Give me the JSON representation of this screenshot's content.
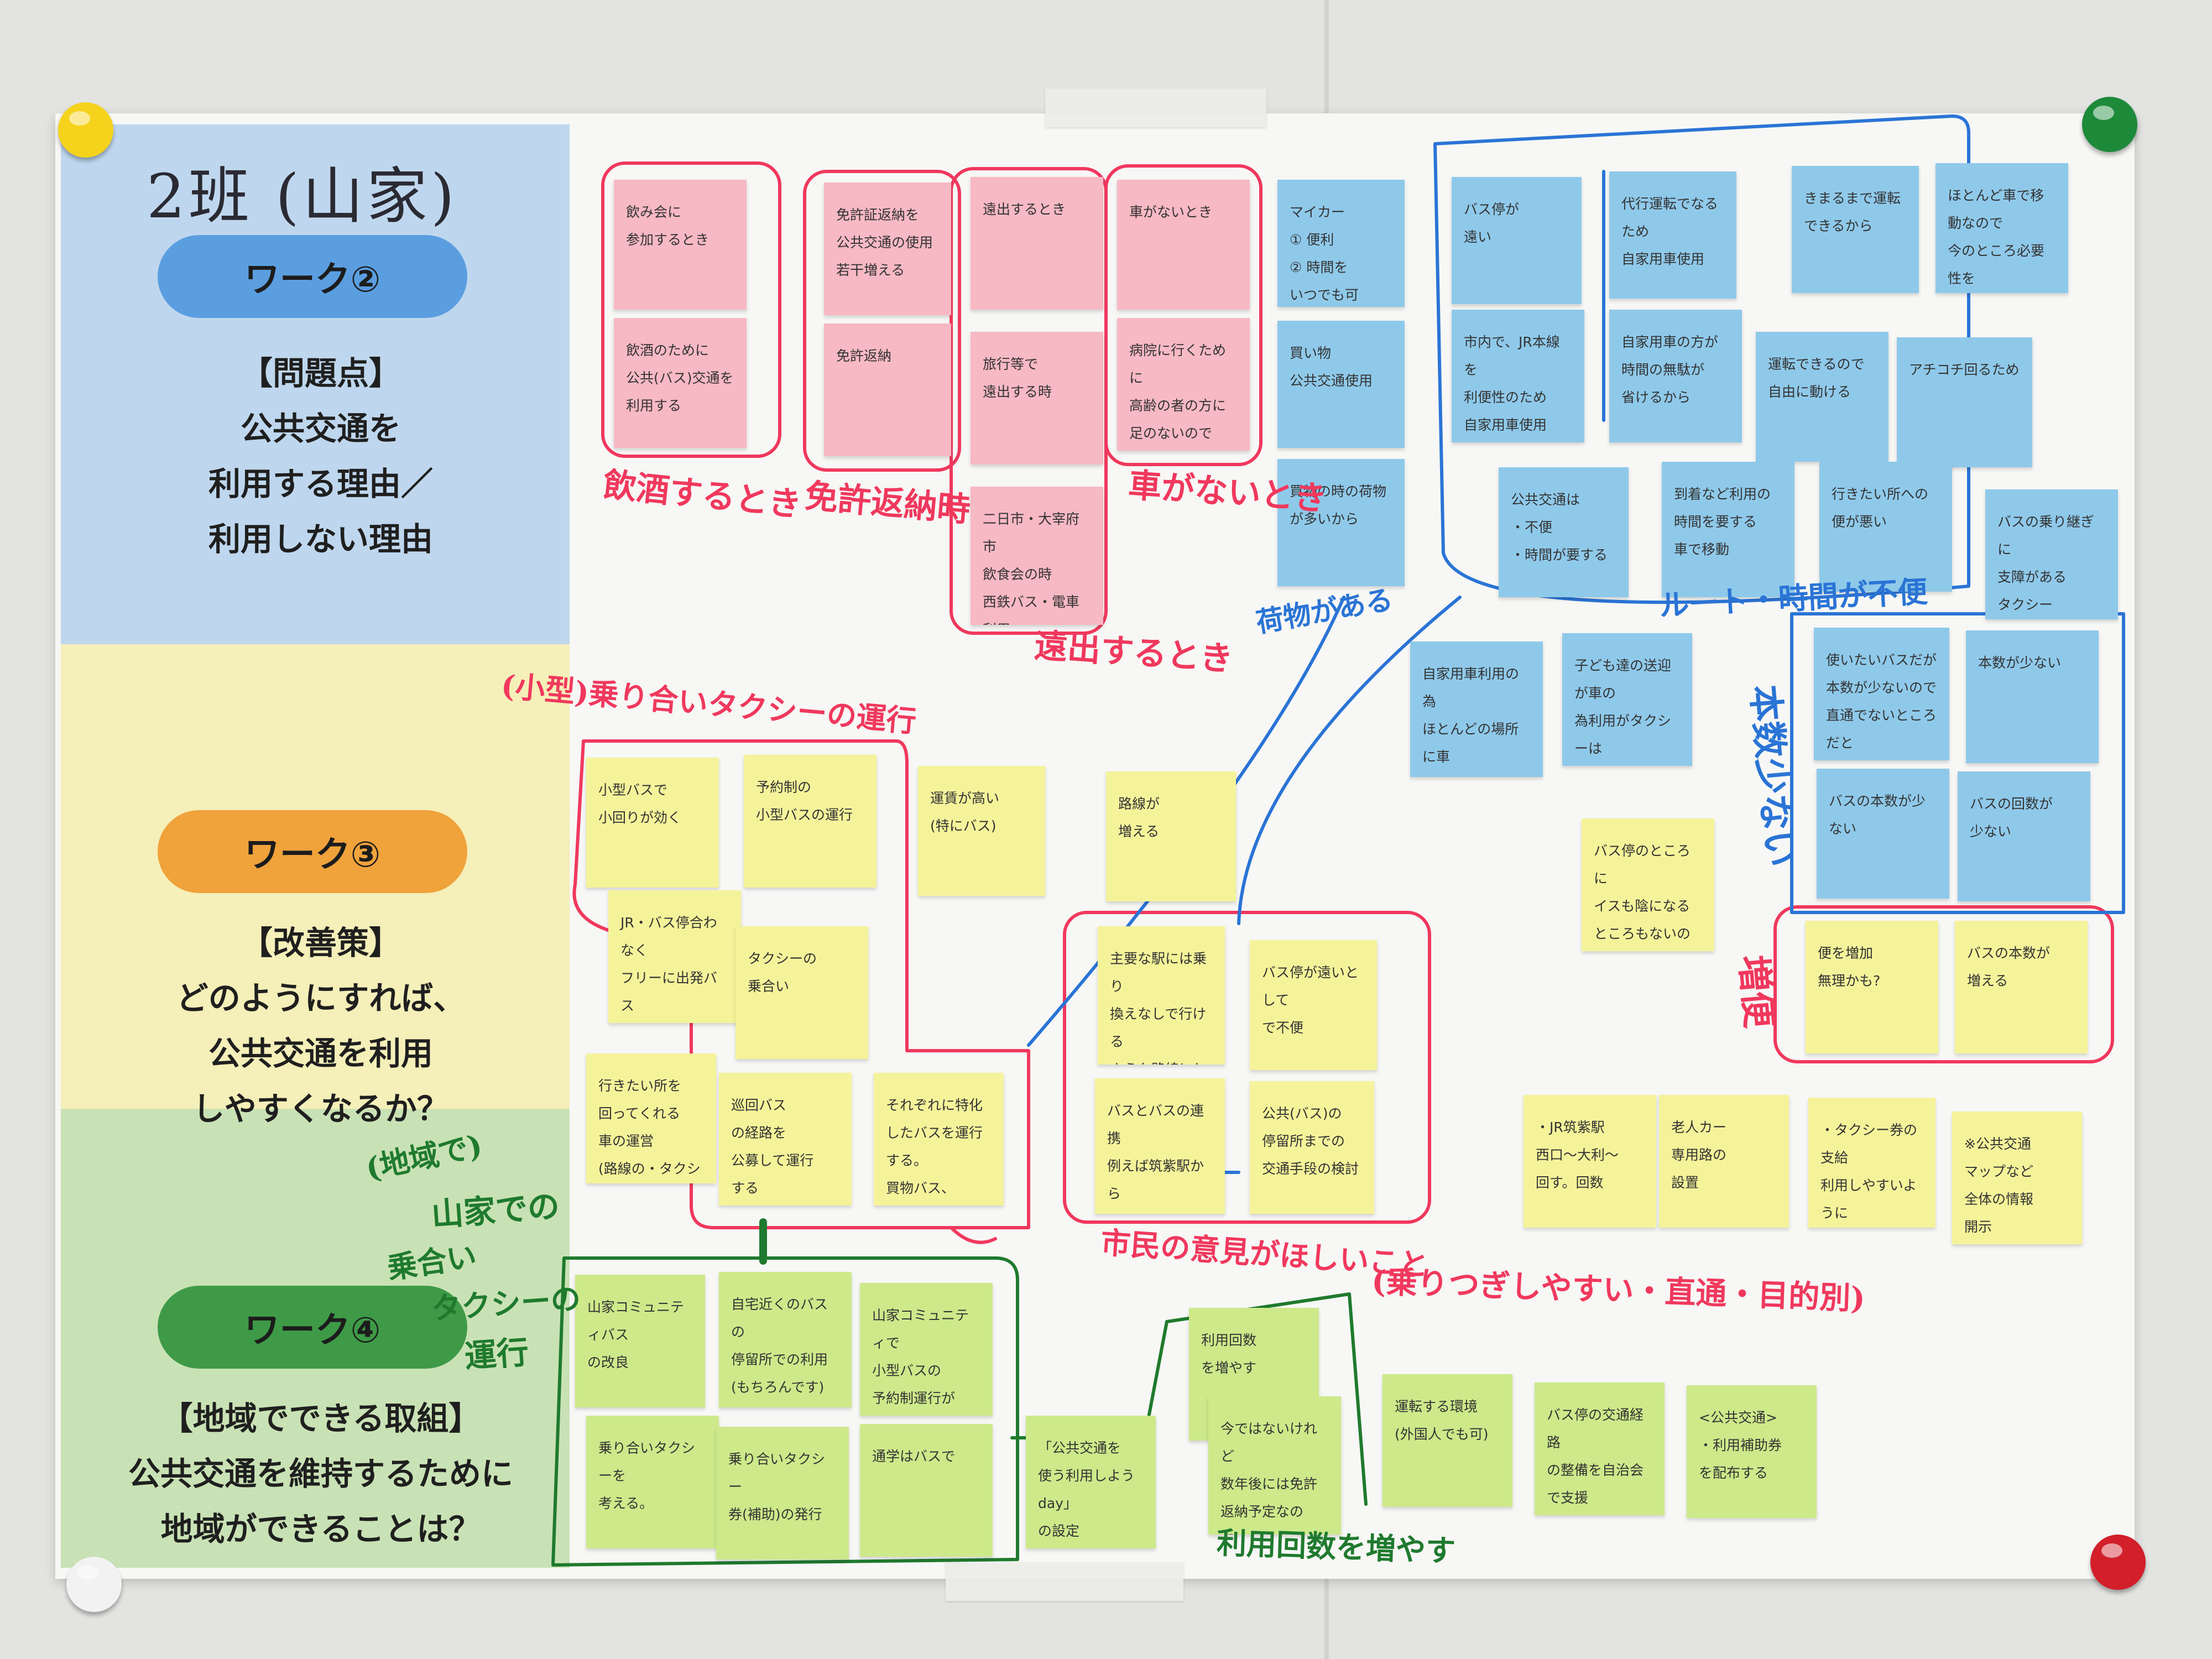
{
  "board": {
    "title": "2班 (山家)",
    "colors": {
      "blue_panel": "#bfd7ee",
      "yellow_panel": "#f5efb9",
      "green_panel": "#c9e2b5",
      "red_marker": "#f0385d",
      "blue_marker": "#2a74d6",
      "green_marker": "#1f7a2e"
    },
    "sections": [
      {
        "work": "ワーク②",
        "lines": [
          "【問題点】",
          "公共交通を",
          "利用する理由／",
          "利用しない理由"
        ]
      },
      {
        "work": "ワーク③",
        "lines": [
          "【改善策】",
          "どのようにすれば、",
          "公共交通を利用",
          "しやすくなるか？"
        ]
      },
      {
        "work": "ワーク④",
        "lines": [
          "【地域でできる取組】",
          "公共交通を維持するために",
          "地域ができることは？"
        ]
      }
    ]
  },
  "labels": {
    "inshu": "飲酒するとき",
    "menkyo": "免許返納時",
    "kuruma": "車がないとき",
    "enshutsu": "遠出するとき",
    "nimotsu": "荷物がある",
    "route": "ルート・時間が不便",
    "honsu": "本数少ない",
    "zobin": "増便",
    "kogata": "(小型)乗り合いタクシーの運行",
    "shimin": "市民の意見がほしいこと",
    "noritsugi": "(乗りつぎしやすい・直通・目的別)",
    "chiiki": "(地域で)",
    "yamaie1": "山家での",
    "yamaie2": "乗合い",
    "yamaie3": "タクシーの",
    "yamaie4": "運行",
    "riyou": "利用回数を増やす"
  },
  "notes": {
    "p1": "飲み会に\n参加するとき",
    "p2": "飲酒のために\n公共(バス)交通を\n利用する",
    "p3": "免許証返納を\n公共交通の使用\n若干増える",
    "p4": "免許返納",
    "p5": "遠出するとき",
    "p6": "旅行等で\n遠出する時",
    "p7": "二日市・大宰府市\n飲食会の時\n西鉄バス・電車利用",
    "p8": "車がないとき",
    "p9": "病院に行くために\n高齢の者の方に\n足のないので\nバスを使う",
    "b1": "マイカー\n① 便利\n② 時間を\nいつでも可",
    "b2": "買い物\n公共交通使用",
    "b3": "買物の時の荷物\nが多いから",
    "b4": "バス停が\n遠い",
    "b5": "市内で、JR本線を\n利便性のため\n自家用車使用",
    "b6": "代行運転でなるため\n自家用車使用",
    "b7": "自家用車の方が\n時間の無駄が\n省けるから",
    "b8": "きまるまで運転\nできるから",
    "b9": "ほとんど車で移動なので\n今のところ必要性を\n感じていない",
    "b10": "運転できるので\n自由に動ける",
    "b11": "アチコチ回るため",
    "b12": "公共交通は\n・不便\n・時間が要する",
    "b13": "到着など利用の\n時間を要する\n車で移動",
    "b14": "行きたい所への\n便が悪い",
    "b15": "バスの乗り継ぎに\n支障がある\nタクシー",
    "b16": "自家用車利用の為\nほとんどの場所に車\n時間・時間の調整\nが悪い(不便)",
    "b17": "子ども達の送迎が車の\n為利用がタクシーは\n時間に間に\n合わないから",
    "b18": "使いたいバスだが\n本数が少ないので\n直通でないところだと\n不便だから",
    "b19": "本数が少ない",
    "b20": "バスの本数が少ない",
    "b21": "バスの回数が\n少ない",
    "y1": "小型バスで\n小回りが効く",
    "y2": "予約制の\n小型バスの運行",
    "y3": "運賃が高い\n(特にバス)",
    "y4": "路線が\n増える",
    "y5": "JR・バス停合わなく\nフリーに出発バス",
    "y6": "タクシーの\n乗合い",
    "y7": "主要な駅には乗り\n換えなしで行ける\nような路線にして\nほしい",
    "y8": "バス停が遠いとして\nで不便",
    "y9": "行きたい所を\n回ってくれる\n車の運営\n(路線の・タクシーの)",
    "y10": "巡回バス\nの経路を\n公募して運行\nする",
    "y11": "それぞれに特化\nしたバスを運行\nする。\n買物バス、\n病院バス等",
    "y12": "バスとバスの連携\n例えば筑紫駅から\n市役所行きのアクセスの\n時間(待ち時間)の調整\nとか、次の行くの為\nバスのアクセス",
    "y13": "公共(バス)の\n停留所までの\n交通手段の検討",
    "y14": "便を増加\n無理かも?",
    "y15": "バスの本数が\n増える",
    "y16": "バス停のところに\nイスも陰になる\nところもないので\n行くのがつらい",
    "y17": "・JR筑紫駅\n西口〜大利〜\n回す。回数",
    "y18": "老人カー\n専用路の\n設置",
    "y19": "・タクシー券の支給\n利用しやすいように",
    "y20": "※公共交通\nマップなど\n全体の情報\n開示",
    "g1": "山家コミュニティバス\nの改良",
    "g2": "自宅近くのバスの\n停留所での利用\n(もちろんです)",
    "g3": "山家コミュニティで\n小型バスの\n予約制運行が\nできれば…",
    "g4": "乗り合いタクシーを\n考える。",
    "g5": "乗り合いタクシー\n券(補助)の発行",
    "g6": "通学はバスで",
    "g7": "「公共交通を\n使う利用しよう\nday」\nの設定",
    "g8": "利用回数\nを増やす",
    "g9": "今ではないけれど\n数年後には免許\n返納予定なので、\nこれからはバスを\n使用するつもり",
    "g10": "運転する環境\n(外国人でも可)",
    "g11": "バス停の交通経路\nの整備を自治会\nで支援",
    "g12": "<公共交通>\n・利用補助券\nを配布する"
  }
}
